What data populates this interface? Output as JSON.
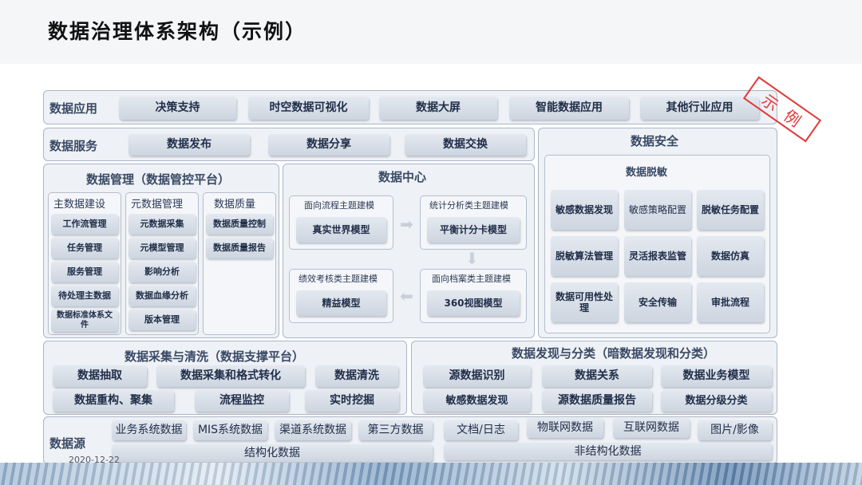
{
  "page_title": "数据治理体系架构（示例）",
  "date": "2020-12-22",
  "stamp": "示例",
  "app_layer": {
    "label": "数据应用",
    "items": [
      "决策支持",
      "时空数据可视化",
      "数据大屏",
      "智能数据应用",
      "其他行业应用"
    ]
  },
  "service_layer": {
    "label": "数据服务",
    "items": [
      "数据发布",
      "数据分享",
      "数据交换"
    ]
  },
  "security": {
    "title": "数据安全",
    "subtitle": "数据脱敏",
    "items": [
      "敏感数据发现",
      "敏感策略配置",
      "脱敏任务配置",
      "脱敏算法管理",
      "灵活报表监管",
      "数据仿真",
      "数据可用性处理",
      "安全传输",
      "审批流程"
    ]
  },
  "management": {
    "title": "数据管理（数据管控平台）",
    "columns": [
      {
        "header": "主数据建设",
        "items": [
          "工作流管理",
          "任务管理",
          "服务管理",
          "待处理主数据",
          "数据标准体系文件"
        ]
      },
      {
        "header": "元数据管理",
        "items": [
          "元数据采集",
          "元模型管理",
          "影响分析",
          "数据血缘分析",
          "版本管理"
        ]
      },
      {
        "header": "数据质量",
        "items": [
          "数据质量控制",
          "数据质量报告"
        ]
      }
    ]
  },
  "data_center": {
    "title": "数据中心",
    "groups": [
      {
        "header": "面向流程主题建模",
        "item": "真实世界模型"
      },
      {
        "header": "统计分析类主题建模",
        "item": "平衡计分卡模型"
      },
      {
        "header": "绩效考核类主题建模",
        "item": "精益模型"
      },
      {
        "header": "面向档案类主题建模",
        "item": "360视图模型"
      }
    ]
  },
  "collection": {
    "title": "数据采集与清洗（数据支撑平台）",
    "items": [
      "数据抽取",
      "数据采集和格式转化",
      "数据清洗",
      "数据重构、聚集",
      "流程监控",
      "实时挖掘"
    ]
  },
  "discovery": {
    "title": "数据发现与分类（暗数据发现和分类）",
    "items": [
      "源数据识别",
      "数据关系",
      "数据业务模型",
      "敏感数据发现",
      "源数据质量报告",
      "数据分级分类"
    ]
  },
  "source": {
    "label": "数据源",
    "structured_items": [
      "业务系统数据",
      "MIS系统数据",
      "渠道系统数据",
      "第三方数据"
    ],
    "structured_label": "结构化数据",
    "unstructured_items": [
      "文档/日志",
      "物联网数据",
      "互联网数据",
      "图片/影像"
    ],
    "unstructured_label": "非结构化数据"
  }
}
